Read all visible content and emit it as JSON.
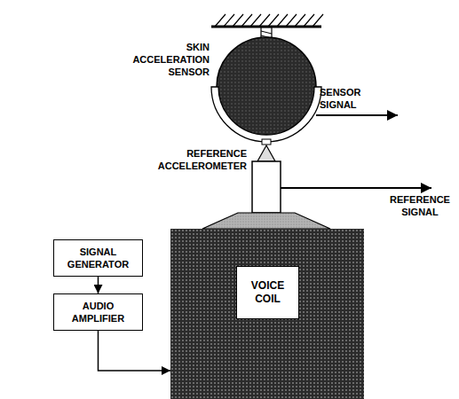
{
  "diagram": {
    "nodes": [
      {
        "text": [
          "SIGNAL GENERATOR"
        ]
      },
      {
        "text": [
          "AUDIO AMPLIFIER"
        ]
      },
      {
        "text": [
          "VOICE COIL"
        ]
      }
    ],
    "edges": [
      {
        "from": 0,
        "to": 1,
        "arrow": "to"
      },
      {
        "from": 1,
        "to": 2,
        "arrow": "to"
      }
    ],
    "labels": [
      "SKIN ACCELERATION SENSOR",
      "SENSOR SIGNAL",
      "REFERENCE ACCELEROMETER",
      "REFERENCE SIGNAL"
    ]
  }
}
